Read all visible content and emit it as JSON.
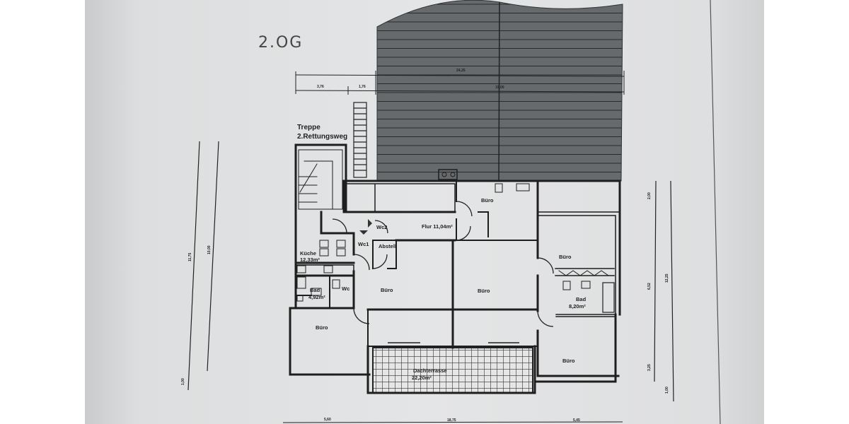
{
  "floor_label": "2.OG",
  "stair_label": [
    "Treppe",
    "2.Rettungsweg"
  ],
  "rooms": {
    "buero_top": "Büro",
    "flur": "Flur 11,04m²",
    "wc2": "Wc2",
    "wc1": "Wc1",
    "abstell": "Abstell",
    "kueche": [
      "Küche",
      "12,33m²"
    ],
    "bad_left": [
      "Bad",
      "4,92m²"
    ],
    "buero_center_left": "Büro",
    "buero_center_right": "Büro",
    "buero_right_upper": "Büro",
    "bad_right": [
      "Bad",
      "8,20m²"
    ],
    "buero_left_bottom": "Büro",
    "buero_right_bottom": "Büro",
    "dachterrasse": [
      "Dachterrasse",
      "22,20m²"
    ],
    "wc_small": "Wc"
  },
  "dimensions": {
    "top_total": "24,25",
    "top_left": "3,76",
    "top_mid": "1,76",
    "top_right": "15,00",
    "left_outer": "11,75",
    "left_inner": "10,00",
    "left_base": "1,00",
    "right_upper": "2,00",
    "right_mid": "6,52",
    "right_total": "12,25",
    "right_lower": "3,25",
    "right_base": "1,00",
    "bottom_left": "5,60",
    "bottom_mid": "18,75",
    "bottom_right": "5,45"
  }
}
